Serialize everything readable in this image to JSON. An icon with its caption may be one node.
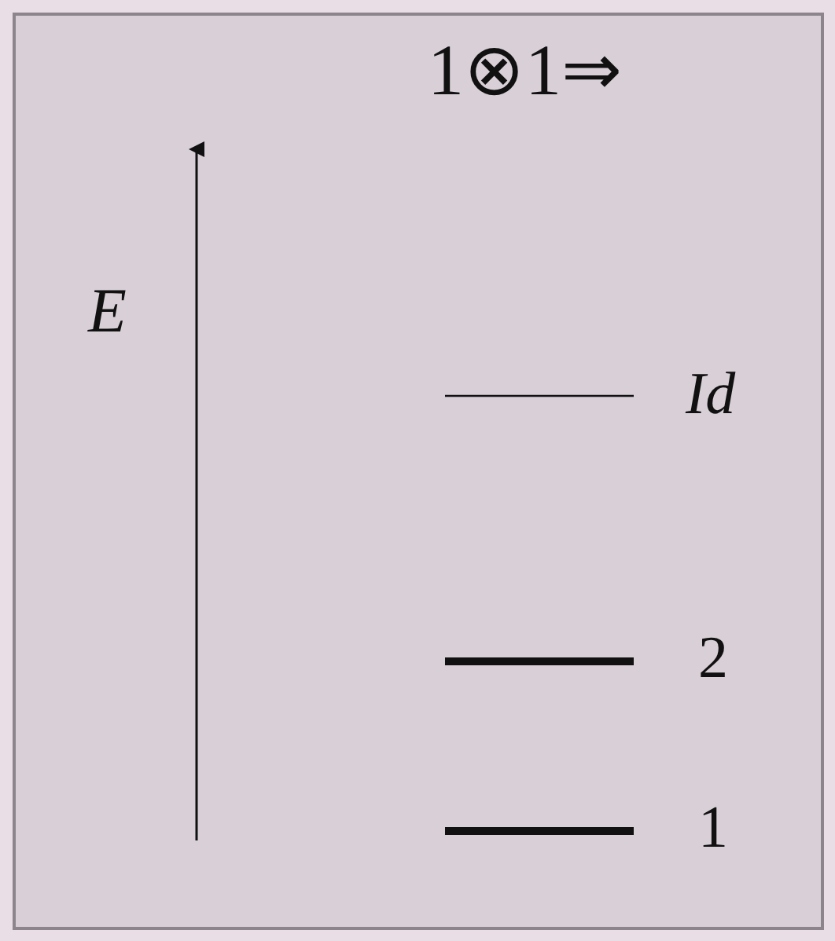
{
  "diagram": {
    "title": "1⊗1⇒",
    "labels": [
      "E",
      "Id",
      "2",
      "1"
    ]
  }
}
